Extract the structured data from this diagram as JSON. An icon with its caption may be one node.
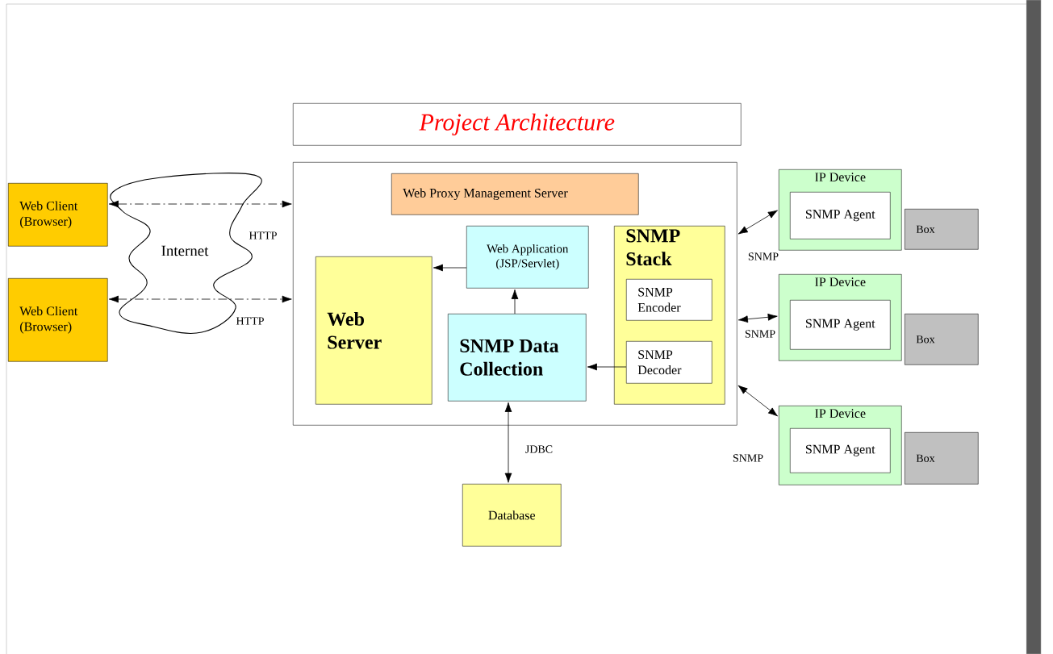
{
  "diagram": {
    "title": "Project Architecture",
    "nodes": [
      {
        "text": [
          "Web Client (Browser)"
        ]
      },
      {
        "text": [
          "Web Client (Browser)"
        ]
      },
      {
        "text": [],
        "shape": "box"
      },
      {
        "text": [
          "Web Proxy Management Server"
        ],
        "in": 2
      },
      {
        "text": [
          "Web Server"
        ],
        "in": 2
      },
      {
        "text": [
          "Web Application (JSP/Servlet)"
        ],
        "in": 2
      },
      {
        "text": [
          "SNMP Data Collection"
        ],
        "in": 2
      },
      {
        "text": [
          "SNMP Stack"
        ],
        "in": 2
      },
      {
        "text": [
          "SNMP Encoder"
        ],
        "in": 7
      },
      {
        "text": [
          "SNMP Decoder"
        ],
        "in": 7
      },
      {
        "text": [
          "Database"
        ]
      },
      {
        "text": [
          "IP Device"
        ]
      },
      {
        "text": [
          "SNMP Agent"
        ],
        "in": 11
      },
      {
        "text": [
          "Box"
        ]
      },
      {
        "text": [
          "IP Device"
        ]
      },
      {
        "text": [
          "SNMP Agent"
        ],
        "in": 14
      },
      {
        "text": [
          "Box"
        ]
      },
      {
        "text": [
          "IP Device"
        ]
      },
      {
        "text": [
          "SNMP Agent"
        ],
        "in": 17
      },
      {
        "text": [
          "Box"
        ]
      }
    ],
    "edges": [
      {
        "from": 0,
        "to": 2,
        "arrow": "both",
        "label": "HTTP",
        "style": "dashed"
      },
      {
        "from": 1,
        "to": 2,
        "arrow": "both",
        "label": "HTTP",
        "style": "dashed"
      },
      {
        "from": 5,
        "to": 4,
        "arrow": "to"
      },
      {
        "from": 6,
        "to": 5,
        "arrow": "to"
      },
      {
        "from": 9,
        "to": 6,
        "arrow": "to"
      },
      {
        "from": 10,
        "to": 6,
        "arrow": "both",
        "label": "JDBC"
      },
      {
        "from": 2,
        "to": 11,
        "arrow": "both",
        "label": "SNMP"
      },
      {
        "from": 2,
        "to": 14,
        "arrow": "both",
        "label": "SNMP"
      },
      {
        "from": 2,
        "to": 17,
        "arrow": "both",
        "label": "SNMP"
      }
    ],
    "labels": [
      "Internet"
    ]
  }
}
